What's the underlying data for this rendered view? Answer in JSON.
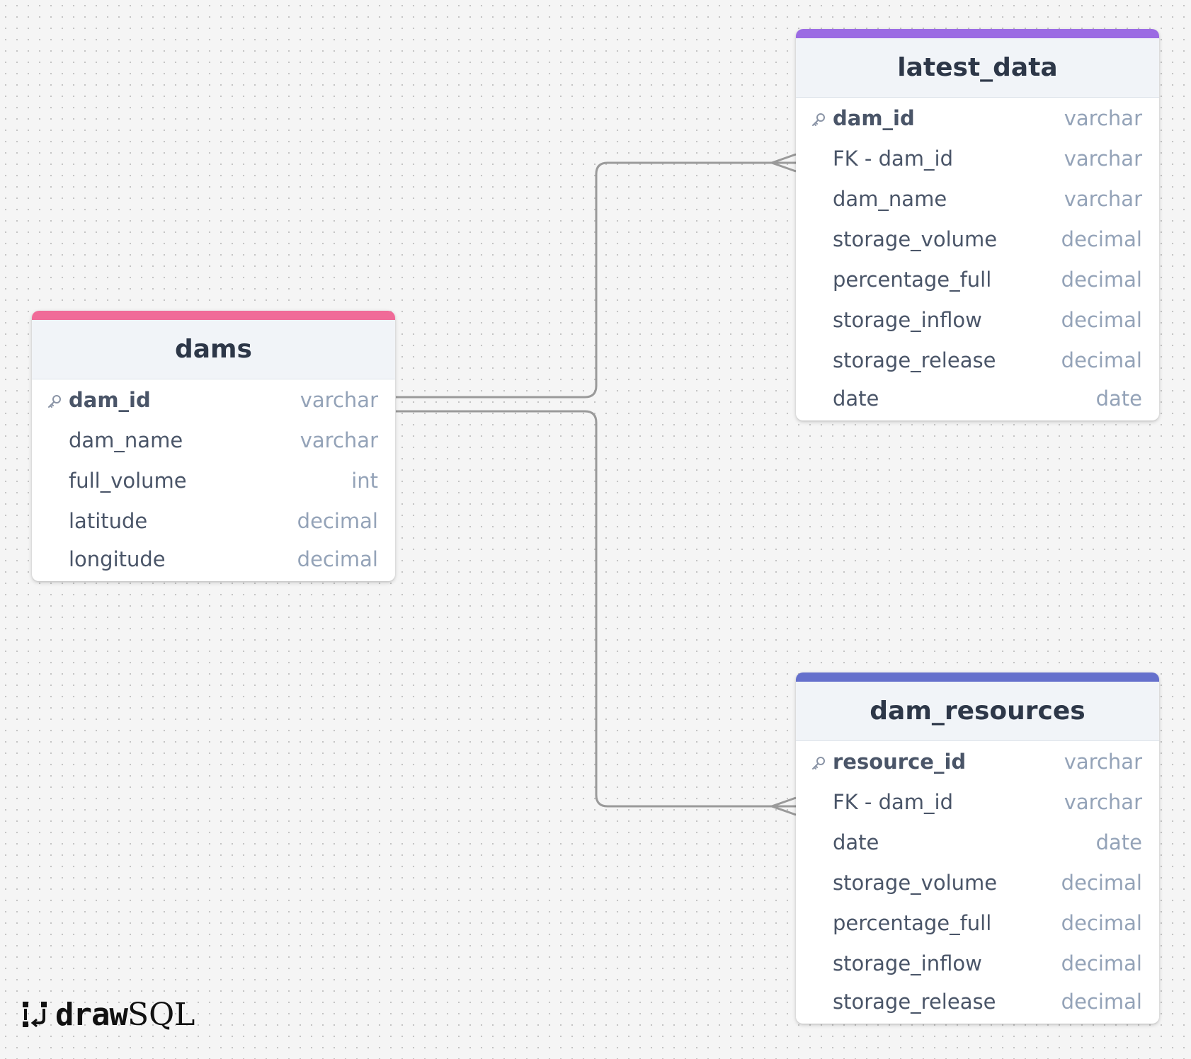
{
  "tables": {
    "dams": {
      "name": "dams",
      "accent_color": "#f06b98",
      "columns": [
        {
          "name": "dam_id",
          "type": "varchar",
          "primary_key": true
        },
        {
          "name": "dam_name",
          "type": "varchar"
        },
        {
          "name": "full_volume",
          "type": "int"
        },
        {
          "name": "latitude",
          "type": "decimal"
        },
        {
          "name": "longitude",
          "type": "decimal"
        }
      ]
    },
    "latest_data": {
      "name": "latest_data",
      "accent_color": "#9b6be3",
      "columns": [
        {
          "name": "dam_id",
          "type": "varchar",
          "primary_key": true
        },
        {
          "name": "FK - dam_id",
          "type": "varchar"
        },
        {
          "name": "dam_name",
          "type": "varchar"
        },
        {
          "name": "storage_volume",
          "type": "decimal"
        },
        {
          "name": "percentage_full",
          "type": "decimal"
        },
        {
          "name": "storage_inflow",
          "type": "decimal"
        },
        {
          "name": "storage_release",
          "type": "decimal"
        },
        {
          "name": "date",
          "type": "date"
        }
      ]
    },
    "dam_resources": {
      "name": "dam_resources",
      "accent_color": "#6570cc",
      "columns": [
        {
          "name": "resource_id",
          "type": "varchar",
          "primary_key": true
        },
        {
          "name": "FK - dam_id",
          "type": "varchar"
        },
        {
          "name": "date",
          "type": "date"
        },
        {
          "name": "storage_volume",
          "type": "decimal"
        },
        {
          "name": "percentage_full",
          "type": "decimal"
        },
        {
          "name": "storage_inflow",
          "type": "decimal"
        },
        {
          "name": "storage_release",
          "type": "decimal"
        }
      ]
    }
  },
  "relationships": [
    {
      "from": "dams.dam_id",
      "to": "latest_data.FK - dam_id",
      "type": "one-to-many"
    },
    {
      "from": "dams.dam_id",
      "to": "dam_resources.FK - dam_id",
      "type": "one-to-many"
    }
  ],
  "brand": {
    "draw": "draw",
    "sql": "SQL"
  },
  "colors": {
    "connector": "#9a9a9a",
    "key_icon": "#8a94a6"
  }
}
